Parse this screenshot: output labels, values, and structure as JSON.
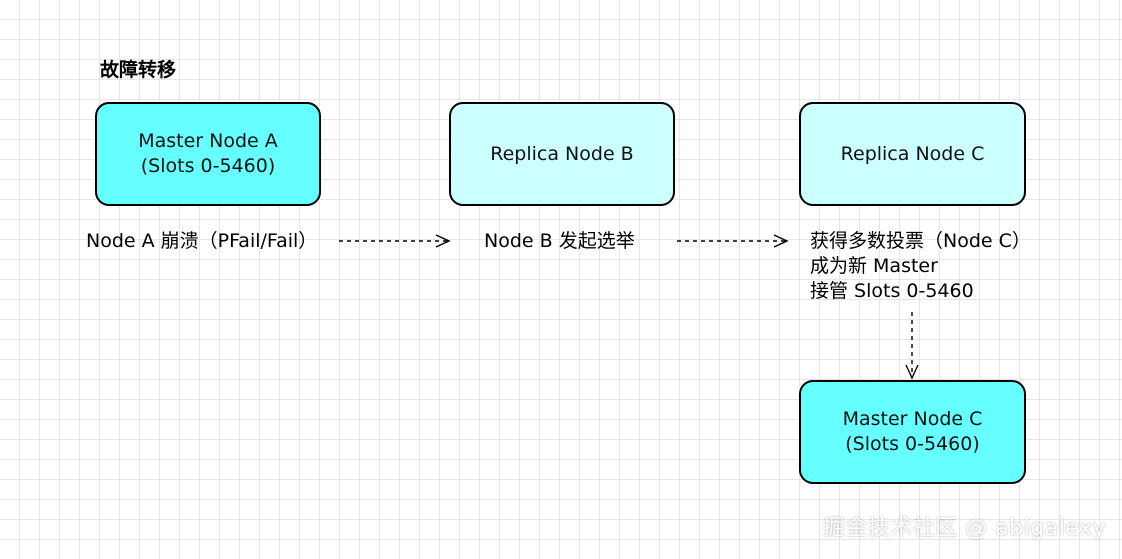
{
  "diagram": {
    "title": "故障转移",
    "nodes": {
      "node_a": {
        "line1": "Master Node A",
        "line2": "(Slots 0-5460)"
      },
      "node_b": {
        "line1": "Replica Node B"
      },
      "node_c": {
        "line1": "Replica Node C"
      },
      "node_c_new": {
        "line1": "Master Node C",
        "line2": "(Slots 0-5460)"
      }
    },
    "steps": {
      "step1": "Node A 崩溃（PFail/Fail）",
      "step2": "Node B 发起选举",
      "step3": [
        "获得多数投票（Node C）",
        "成为新 Master",
        "接管 Slots 0-5460"
      ]
    },
    "colors": {
      "master_fill": "#66ffff",
      "replica_fill": "#ccffff",
      "border": "#000000"
    }
  },
  "watermark": "掘金技术社区 @ abigalexy"
}
